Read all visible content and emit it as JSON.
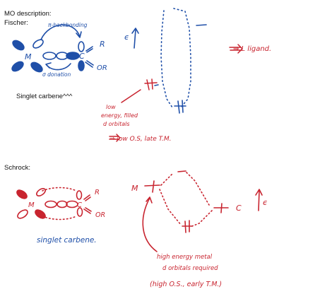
{
  "fischer": {
    "heading": "MO description:",
    "subheading": "Fischer:",
    "labels": {
      "pi_backbonding": "π-backbonding",
      "sigma_donation": "σ donation",
      "M": "M",
      "C": "C",
      "R": "R",
      "OR": "OR",
      "epsilon": "ϵ",
      "low_energy_note_1": "low",
      "low_energy_note_2": "energy, filled",
      "low_energy_note_3": "d orbitals",
      "low_os_note": "⇒ low O.S, late T.M.",
      "l_ligand": "⇒ L ligand."
    },
    "caption": "Singlet carbene^^^"
  },
  "schrock": {
    "heading": "Schrock:",
    "labels": {
      "M": "M",
      "C": "C",
      "R": "R",
      "OR": "OR",
      "epsilon": "ϵ",
      "mo_M": "M",
      "mo_C": "C",
      "singlet": "singlet carbene.",
      "high_note_1": "high energy metal",
      "high_note_2": "d orbitals required",
      "high_note_3": "(high O.S., early T.M.)"
    }
  },
  "colors": {
    "blue": "#1f4fa8",
    "red": "#c8242f",
    "black": "#111111"
  }
}
